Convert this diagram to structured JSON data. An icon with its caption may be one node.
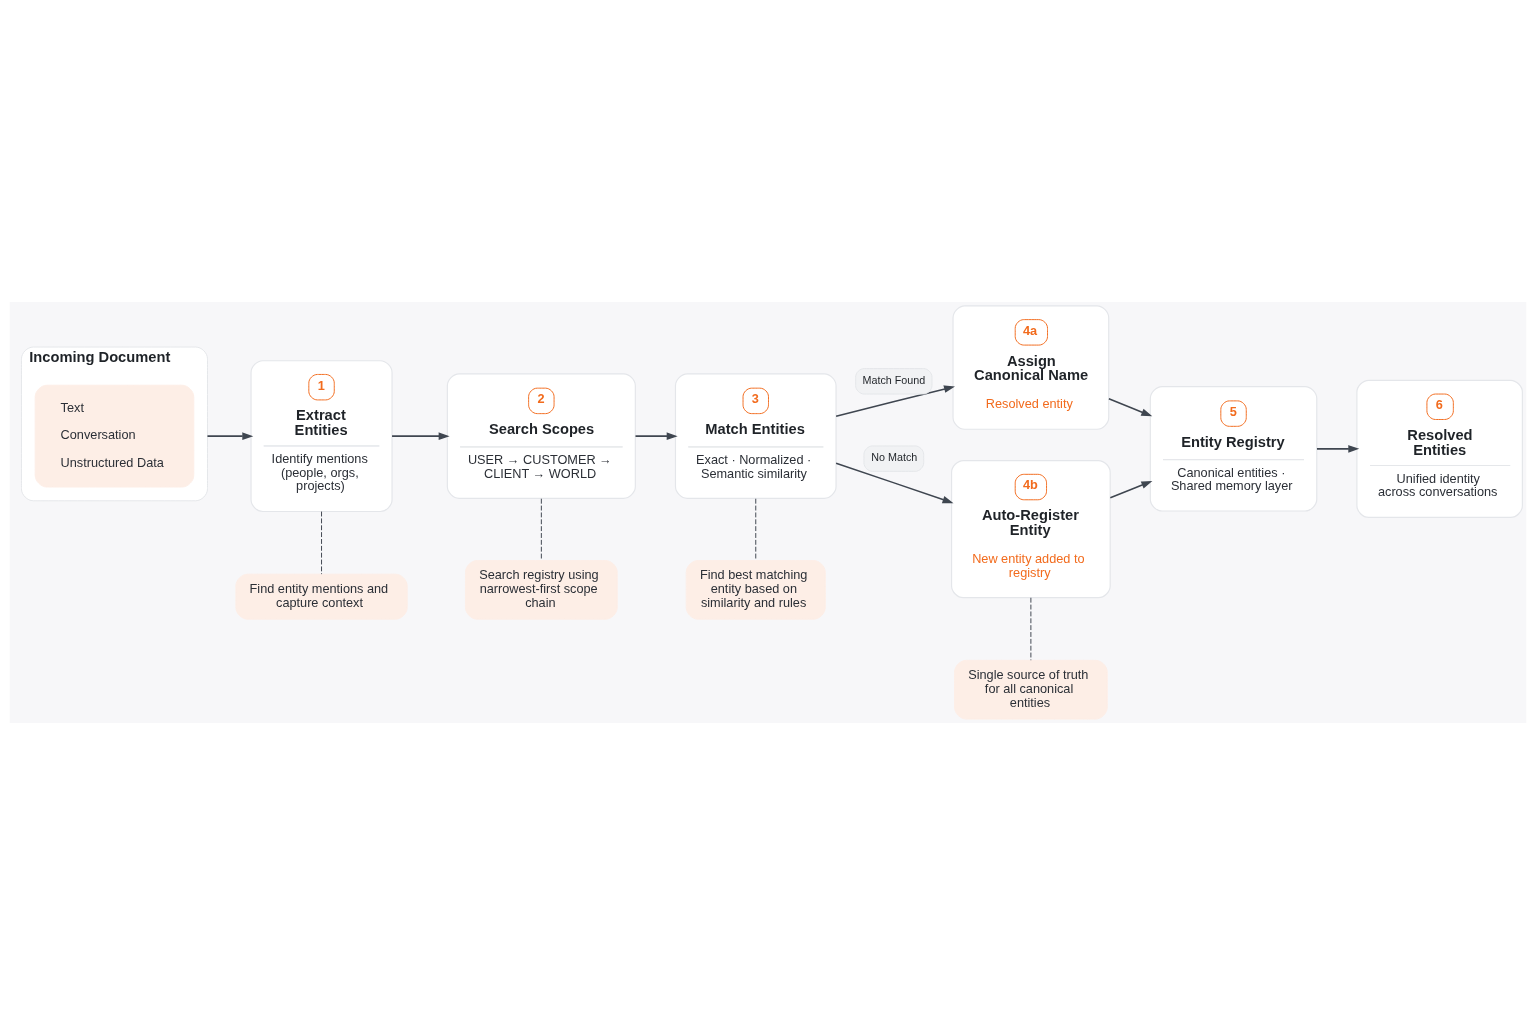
{
  "diagram": {
    "nodes": [
      {
        "text": [
          "Incoming Document"
        ]
      },
      {
        "text": [
          "Text",
          "Conversation",
          "Unstructured Data"
        ],
        "in": 0
      },
      {
        "text": [
          "1",
          "Extract Entities",
          "Identify mentions (people, orgs, projects)"
        ]
      },
      {
        "text": [
          "2",
          "Search Scopes",
          "USER → CUSTOMER → CLIENT → WORLD"
        ]
      },
      {
        "text": [
          "3",
          "Match Entities",
          "Exact · Normalized · Semantic similarity"
        ]
      },
      {
        "text": [
          "4a",
          "Assign Canonical Name",
          "Resolved entity"
        ]
      },
      {
        "text": [
          "4b",
          "Auto-Register Entity",
          "New entity added to registry"
        ]
      },
      {
        "text": [
          "5",
          "Entity Registry",
          "Canonical entities · Shared memory layer"
        ]
      },
      {
        "text": [
          "6",
          "Resolved Entities",
          "Unified identity across conversations"
        ]
      },
      {
        "text": [
          "Find entity mentions and capture context"
        ]
      },
      {
        "text": [
          "Search registry using narrowest-first scope chain"
        ]
      },
      {
        "text": [
          "Find best matching entity based on similarity and rules"
        ]
      },
      {
        "text": [
          "Single source of truth for all canonical entities"
        ]
      }
    ],
    "edges": [
      {
        "from": 0,
        "to": 2,
        "arrow": "to"
      },
      {
        "from": 2,
        "to": 3,
        "arrow": "to"
      },
      {
        "from": 3,
        "to": 4,
        "arrow": "to"
      },
      {
        "from": 4,
        "to": 5,
        "arrow": "to",
        "label": "Match Found"
      },
      {
        "from": 4,
        "to": 6,
        "arrow": "to",
        "label": "No Match"
      },
      {
        "from": 5,
        "to": 7,
        "arrow": "to"
      },
      {
        "from": 6,
        "to": 7,
        "arrow": "to"
      },
      {
        "from": 7,
        "to": 8,
        "arrow": "to"
      },
      {
        "from": 2,
        "to": 9,
        "arrow": "none",
        "style": "dashed"
      },
      {
        "from": 3,
        "to": 10,
        "arrow": "none",
        "style": "dashed"
      },
      {
        "from": 4,
        "to": 11,
        "arrow": "none",
        "style": "dashed"
      },
      {
        "from": 6,
        "to": 12,
        "arrow": "none",
        "style": "dashed"
      }
    ]
  }
}
